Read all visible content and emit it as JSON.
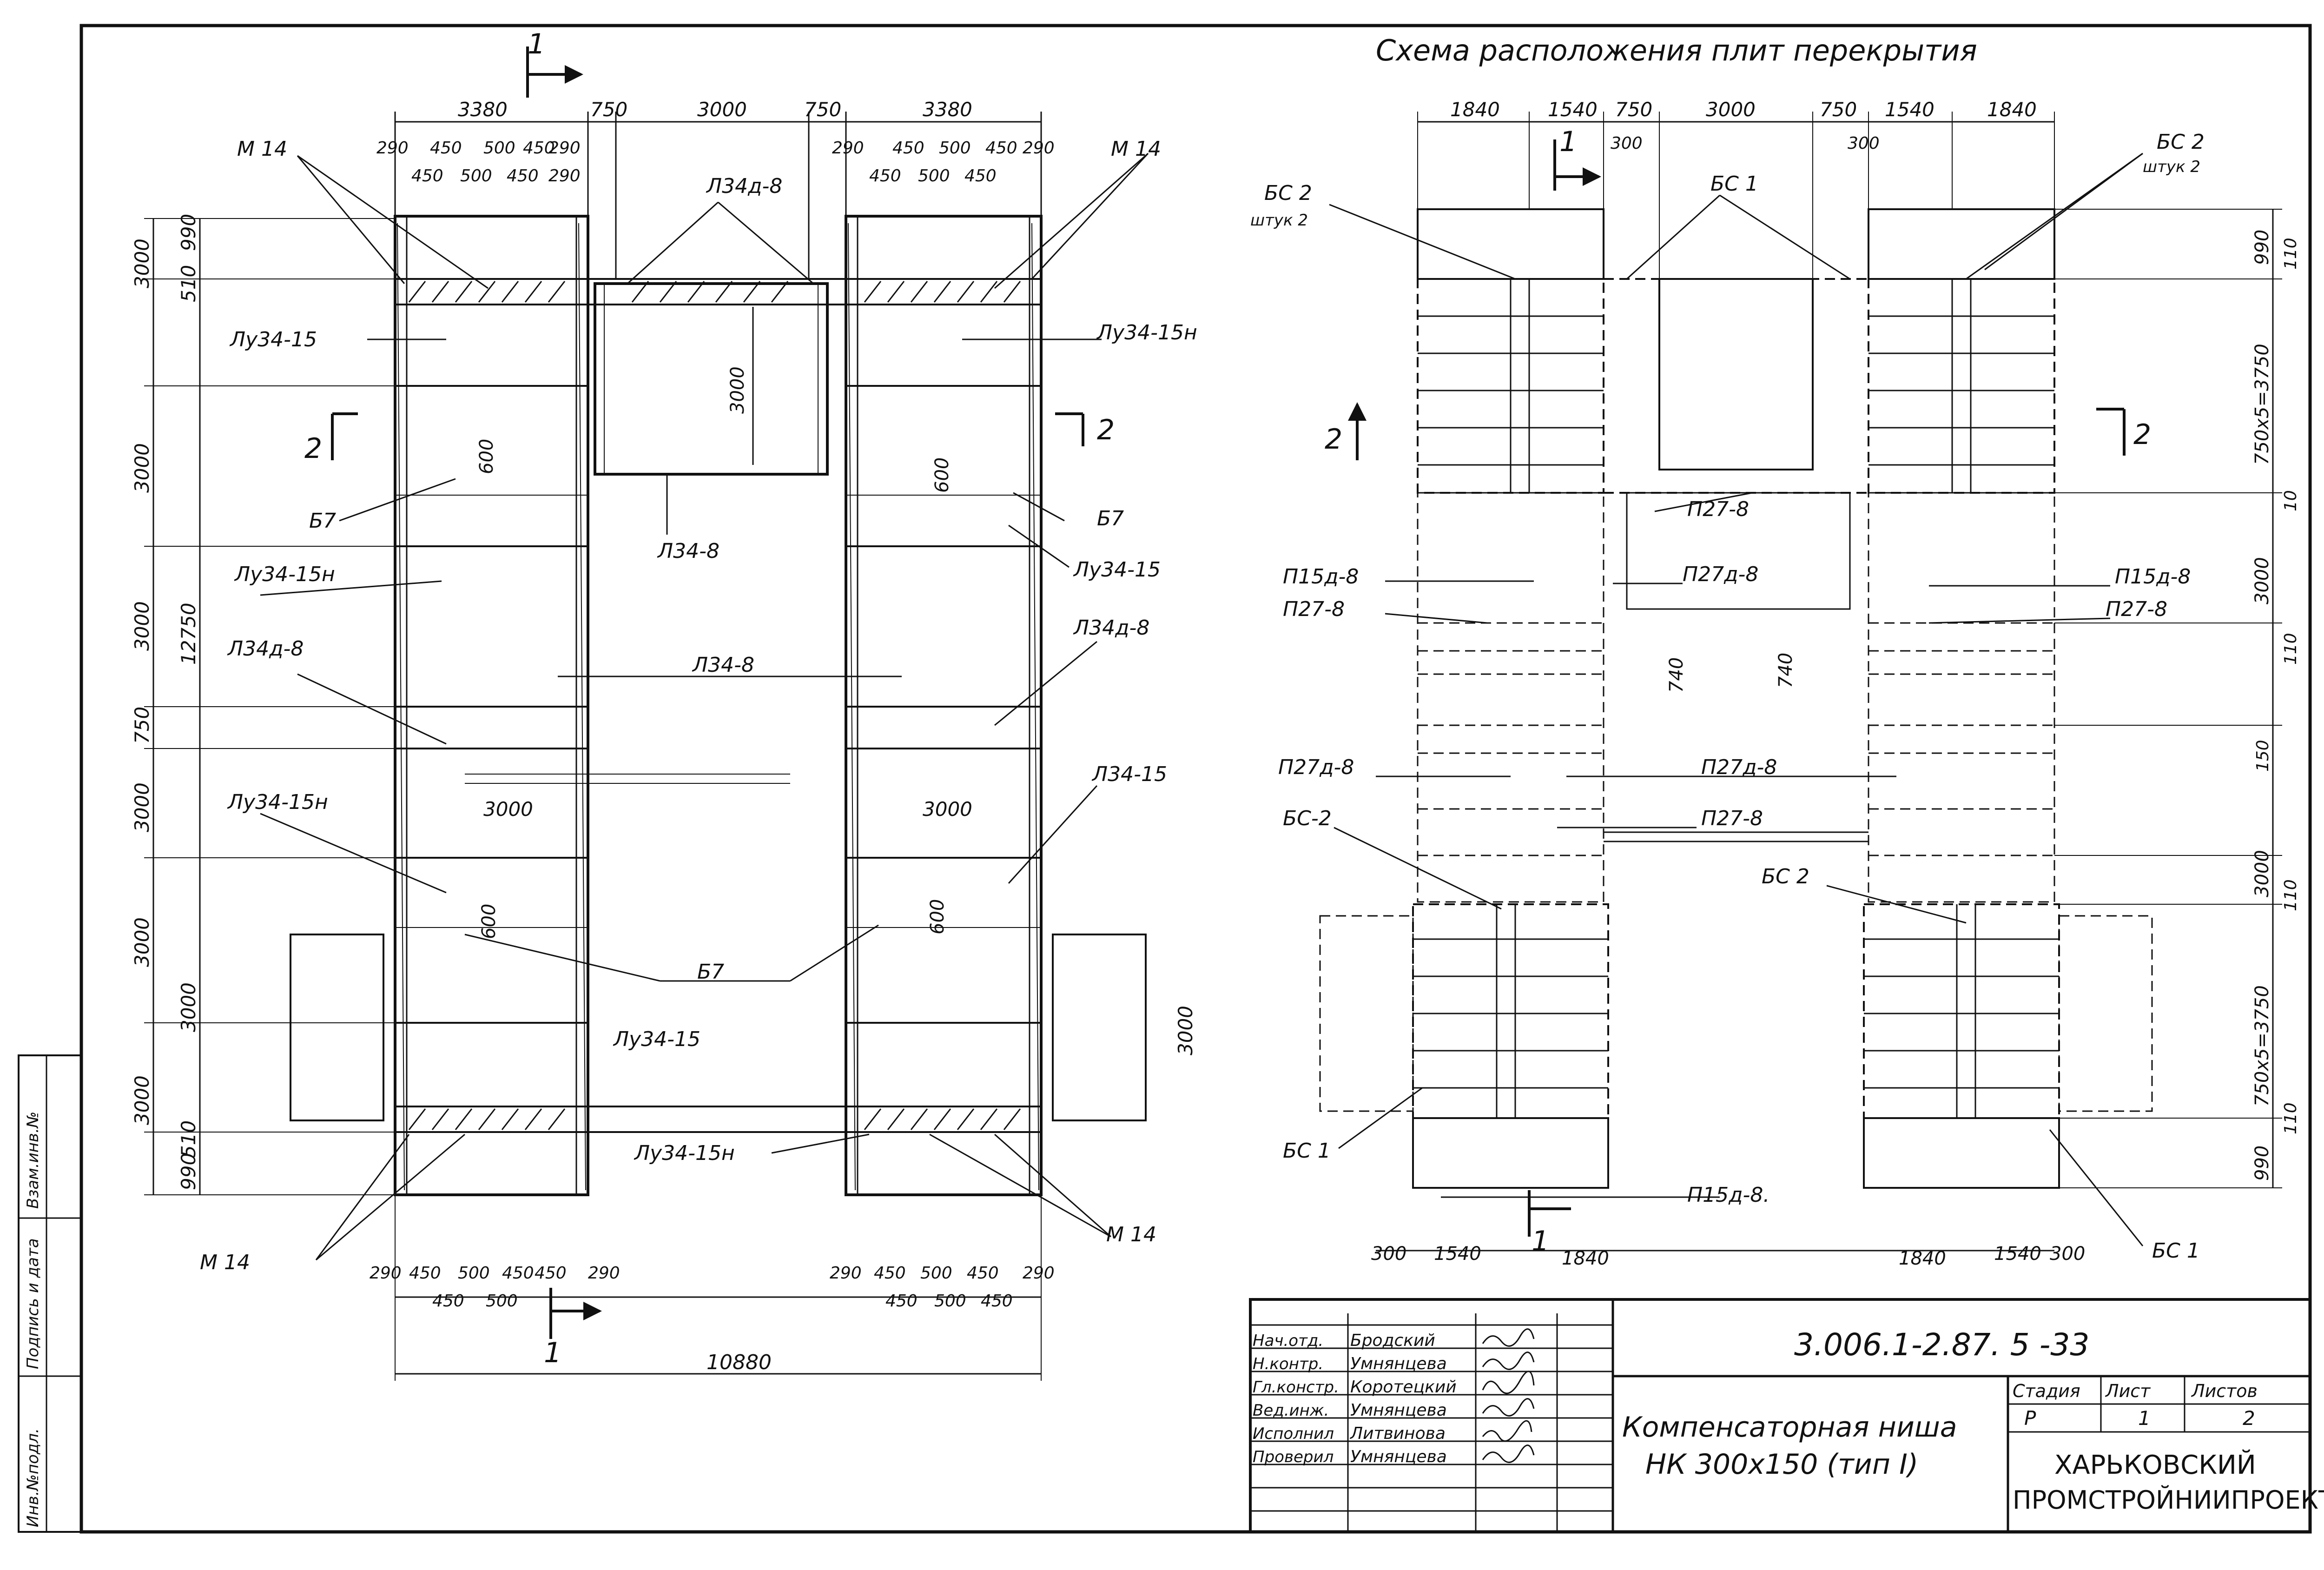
{
  "sheet": {
    "scheme_title": "Схема расположения плит перекрытия"
  },
  "left_plan": {
    "top_dims": [
      "3380",
      "750",
      "3000",
      "750",
      "3380"
    ],
    "top_sub_left_a": [
      "290",
      "450",
      "500",
      "450",
      "290"
    ],
    "top_sub_left_b": [
      "450",
      "500",
      "450",
      "290"
    ],
    "top_sub_right_a": [
      "290",
      "450",
      "500",
      "450",
      "290"
    ],
    "top_sub_right_b": [
      "450",
      "500",
      "450"
    ],
    "left_dims": [
      "990",
      "510",
      "3000",
      "3000",
      "750",
      "3000",
      "3000",
      "3000",
      "3000",
      "510",
      "990"
    ],
    "overall_left": "12750",
    "overall_left_top": "3000",
    "bottom_dims_a": [
      "290",
      "450",
      "500",
      "450",
      "450",
      "290"
    ],
    "bottom_dims_b": [
      "450",
      "500"
    ],
    "bottom_dims_right_a": [
      "290",
      "450",
      "500",
      "450",
      "290"
    ],
    "bottom_dims_right_b": [
      "450",
      "500",
      "450"
    ],
    "overall_bottom": "10880",
    "inner_dims": [
      "3000",
      "600",
      "600",
      "3000",
      "3000",
      "600",
      "600"
    ],
    "side_box_dim": "3000",
    "section_1": "1",
    "section_2": "2",
    "labels": {
      "m14_tl": "М 14",
      "m14_tr": "М 14",
      "m14_bl": "М 14",
      "m14_br": "М 14",
      "lu34_15": "Лу34-15",
      "lu34_15n_r": "Лу34-15н",
      "l34d_8_top": "Л34д-8",
      "b7_l": "Б7",
      "b7_r": "Б7",
      "l34_8_top": "Л34-8",
      "lu34_15n_l": "Лу34-15н",
      "lu34_15_r": "Лу34-15",
      "l34d_8_l": "Л34д-8",
      "l34_8_mid": "Л34-8",
      "l34d_8_r": "Л34д-8",
      "lu34_15n_l2": "Лу34-15н",
      "l34_15_r2": "Л34-15",
      "b7_mid": "Б7",
      "lu34_15_mid": "Лу34-15",
      "lu34_15n_bot": "Лу34-15н"
    }
  },
  "right_plan": {
    "top_dims": [
      "1840",
      "1540",
      "750",
      "3000",
      "750",
      "1540",
      "1840"
    ],
    "top_sub": [
      "300",
      "300"
    ],
    "right_dims": [
      "990",
      "110",
      "750x5=3750",
      "10",
      "3000",
      "110",
      "150",
      "3000",
      "110",
      "750x5=3750",
      "110",
      "990"
    ],
    "bottom_dims": [
      "300",
      "1540",
      "1840",
      "1840",
      "1540",
      "300"
    ],
    "inner_dims": [
      "740",
      "740"
    ],
    "section_1": "1",
    "section_2": "2",
    "labels": {
      "bs2_l": "БС 2",
      "bs2_l_count": "штук 2",
      "bs1_top": "БС 1",
      "bs2_r": "БС 2",
      "bs2_r_count": "штук 2",
      "p27_8_top": "П27-8",
      "p15d_8_l": "П15д-8",
      "p27_8_l": "П27-8",
      "p27d_8_mid": "П27д-8",
      "p15d_8_r": "П15д-8",
      "p27_8_r": "П27-8",
      "p27d_8_l": "П27д-8",
      "p27d_8_mid2": "П27д-8",
      "p27_8_mid": "П27-8",
      "bs2_l2": "БС-2",
      "bs2_r2": "БС 2",
      "bs1_bl": "БС 1",
      "p15d_8_bot": "П15д-8.",
      "bs1_br": "БС 1"
    }
  },
  "stamp": {
    "roles": [
      "Нач.отд.",
      "Н.контр.",
      "Гл.констр.",
      "Вед.инж.",
      "Исполнил",
      "Проверил"
    ],
    "names": [
      "Бродский",
      "Умнянцева",
      "Коротецкий",
      "Умнянцева",
      "Литвинова",
      "Умнянцева"
    ],
    "doc_code": "3.006.1-2.87. 5 -33",
    "title_line1": "Компенсаторная ниша",
    "title_line2": "НК 300х150 (тип I)",
    "stage_label": "Стадия",
    "sheet_label": "Лист",
    "sheets_label": "Листов",
    "stage": "Р",
    "sheet": "1",
    "sheets": "2",
    "org_line1": "ХАРЬКОВСКИЙ",
    "org_line2": "ПРОМСТРОЙНИИПРОЕКТ"
  },
  "side_stamp": {
    "fields": [
      "Инв.№подл.",
      "Подпись и дата",
      "Взам.инв.№"
    ]
  }
}
